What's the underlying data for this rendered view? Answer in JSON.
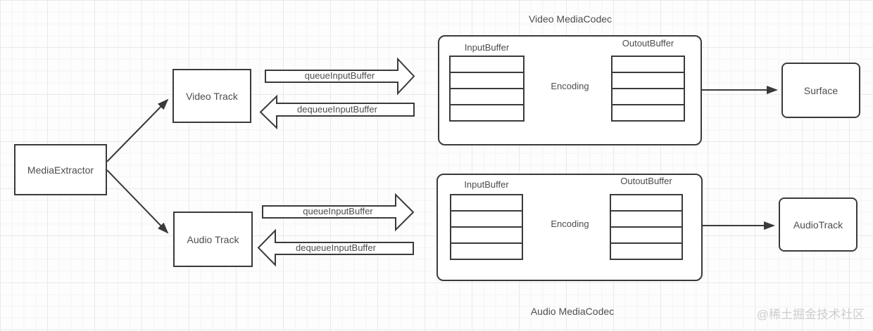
{
  "nodes": {
    "media_extractor": {
      "label": "MediaExtractor"
    },
    "video_track": {
      "label": "Video Track"
    },
    "audio_track": {
      "label": "Audio Track"
    },
    "surface": {
      "label": "Surface"
    },
    "audio_track_output": {
      "label": "AudioTrack"
    }
  },
  "video_codec": {
    "title": "Video MediaCodec",
    "input_buffer_label": "InputBuffer",
    "output_buffer_label": "OutoutBuffer",
    "process_label": "Encoding",
    "queue_arrow_label": "queueInputBuffer",
    "dequeue_arrow_label": "dequeueInputBuffer",
    "buffer_rows": 4
  },
  "audio_codec": {
    "title": "Audio MediaCodec",
    "input_buffer_label": "InputBuffer",
    "output_buffer_label": "OutoutBuffer",
    "process_label": "Encoding",
    "queue_arrow_label": "queueInputBuffer",
    "dequeue_arrow_label": "dequeueInputBuffer",
    "buffer_rows": 4
  },
  "watermark": "@稀土掘金技术社区",
  "colors": {
    "stroke": "#3a3a3a",
    "text": "#4d4d4d",
    "watermark": "#cdcdcd",
    "grid_minor": "#f4f4f4",
    "grid_major": "#e9e9e9",
    "background": "#fdfdfd"
  }
}
